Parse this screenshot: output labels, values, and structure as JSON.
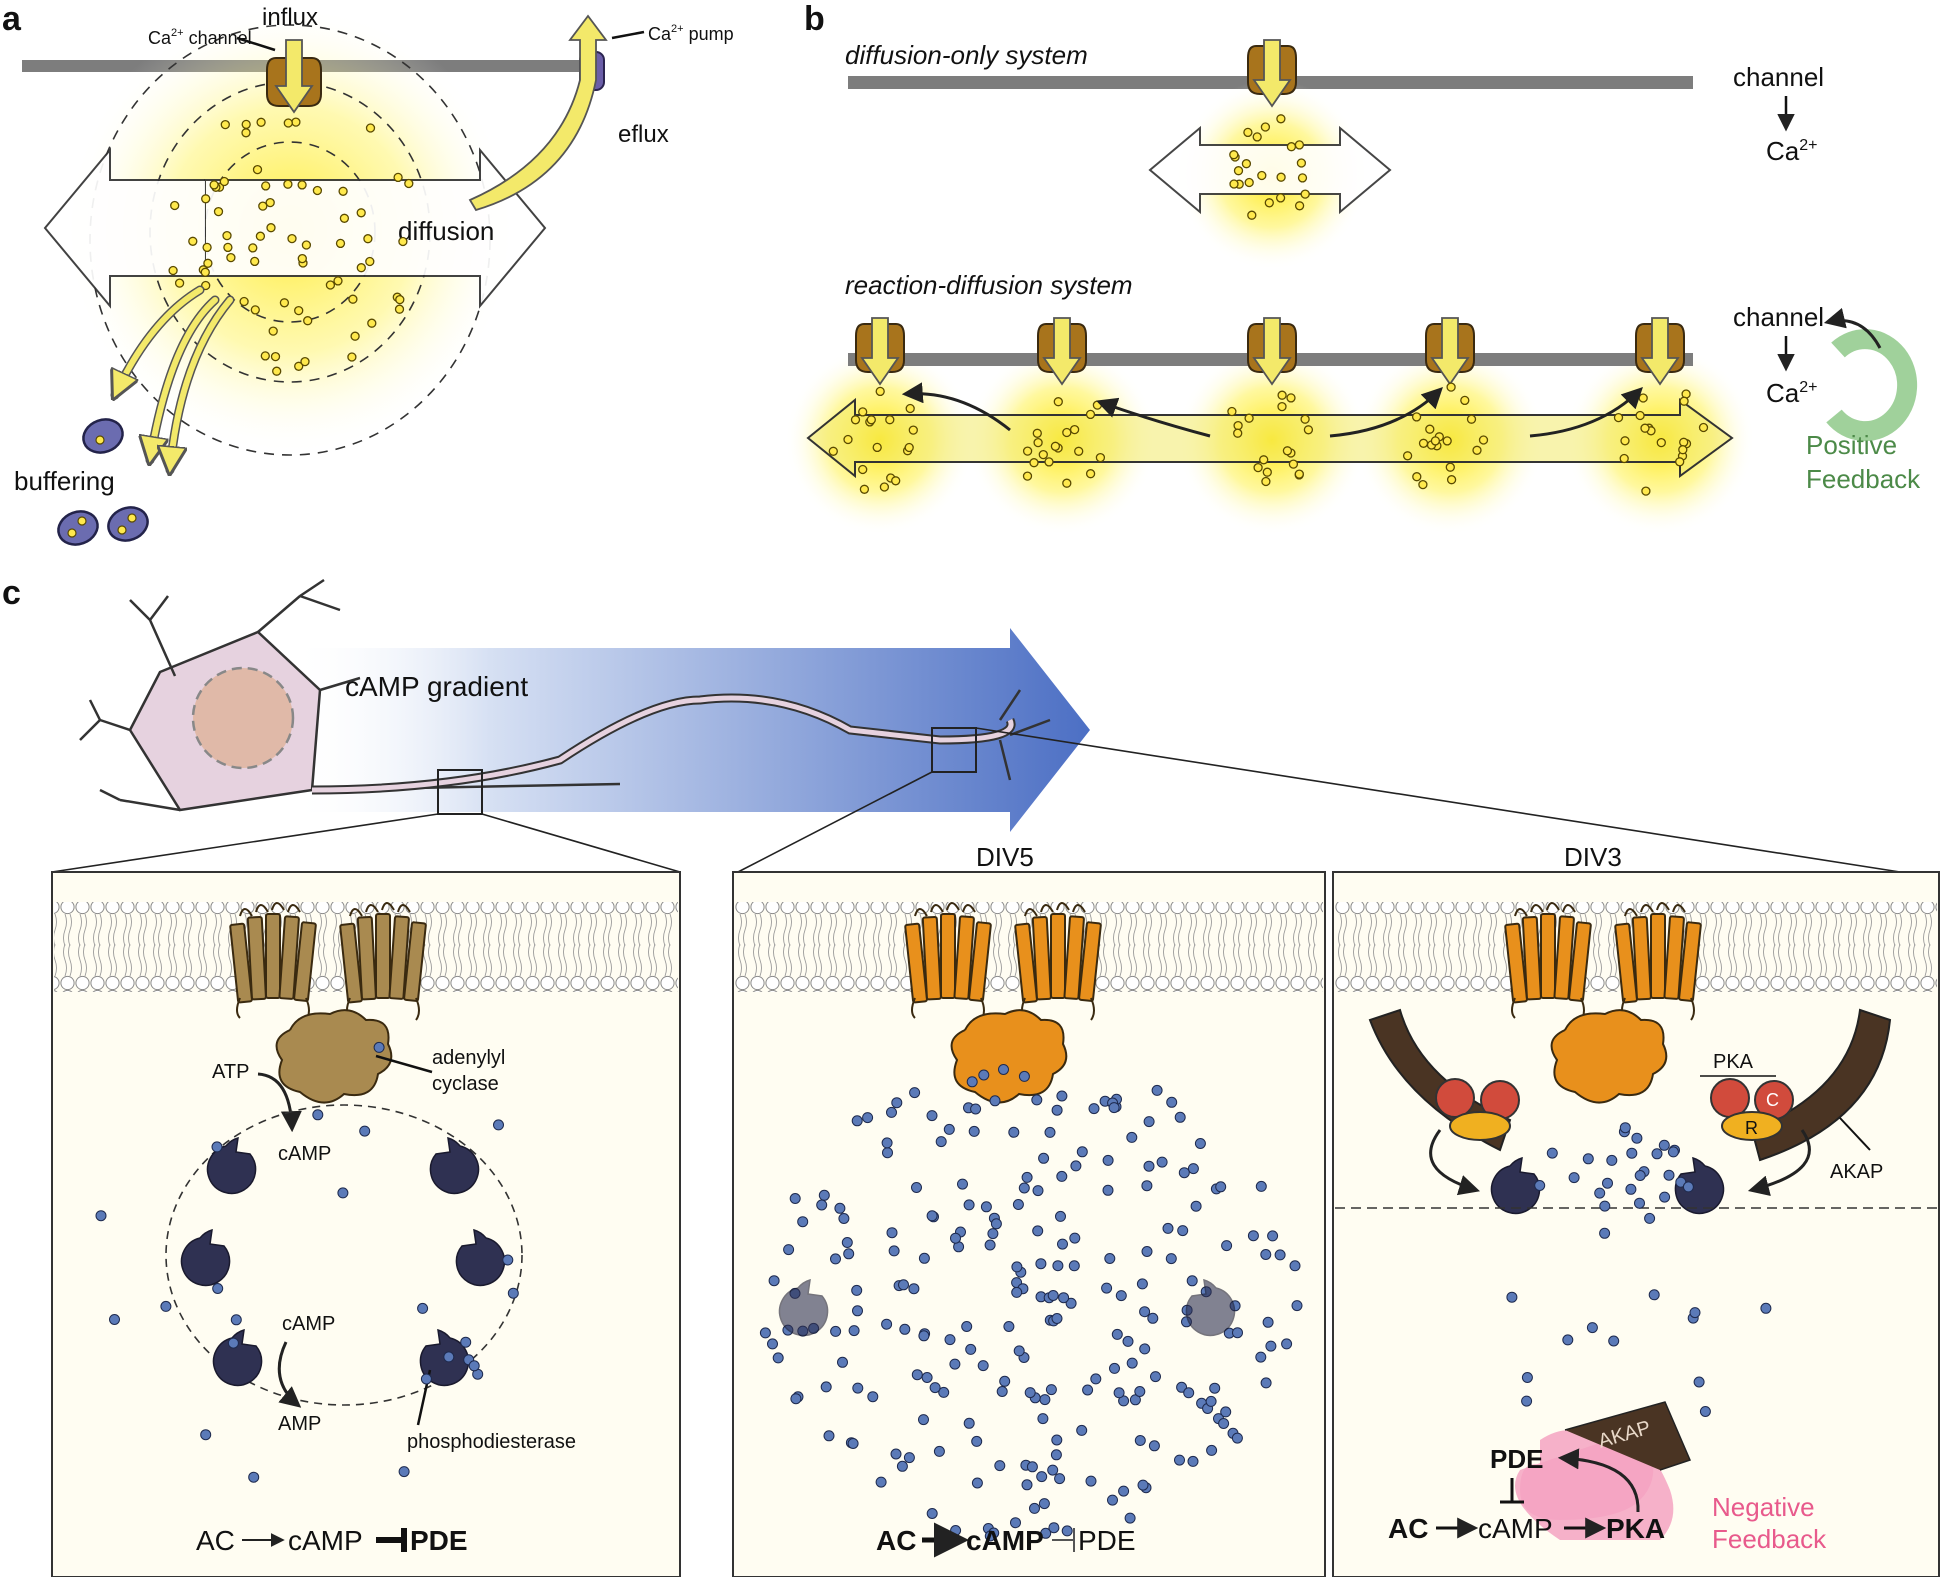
{
  "panel_a": {
    "label": "a",
    "influx": "influx",
    "channel_label": "Ca",
    "channel_sup": "2+",
    "channel_suffix": " channel",
    "pump_label": "Ca",
    "pump_sup": "2+",
    "pump_suffix": " pump",
    "efflux": "eflux",
    "diffusion": "diffusion",
    "buffering": "buffering"
  },
  "panel_b": {
    "label": "b",
    "diffusion_only_title": "diffusion-only system",
    "reaction_diffusion_title": "reaction-diffusion system",
    "top_scheme": {
      "channel": "channel",
      "ca": "Ca",
      "ca_sup": "2+"
    },
    "bottom_scheme": {
      "channel": "channel",
      "ca": "Ca",
      "ca_sup": "2+",
      "feedback_1": "Positive",
      "feedback_2": "Feedback"
    }
  },
  "panel_c": {
    "label": "c",
    "gradient_label": "cAMP gradient",
    "box1": {
      "atp": "ATP",
      "camp_top": "cAMP",
      "camp_mid": "cAMP",
      "amp": "AMP",
      "adenylyl_1": "adenylyl",
      "adenylyl_2": "cyclase",
      "pde": "phosphodiesterase",
      "eq_ac": "AC",
      "eq_camp": "cAMP",
      "eq_pde": "PDE"
    },
    "box2": {
      "title": "DIV5",
      "eq_ac": "AC",
      "eq_camp": "cAMP",
      "eq_pde": "PDE"
    },
    "box3": {
      "title": "DIV3",
      "pka": "PKA",
      "c": "C",
      "r": "R",
      "akap": "AKAP",
      "akap_badge": "AKAP",
      "loop_pde": "PDE",
      "loop_ac": "AC",
      "loop_camp": "cAMP",
      "loop_pka": "PKA",
      "feedback_1": "Negative",
      "feedback_2": "Feedback"
    }
  },
  "colors": {
    "membrane": "#7d7d7d",
    "channel": "#f1c40f",
    "calcium_glow": "#fff27a",
    "buffer": "#6b6cb0",
    "positive_feedback": "#8fc98a",
    "negative_feedback": "#f08db0",
    "receptor_brown": "#b08a4a",
    "receptor_orange": "#e8901c",
    "pde_navy": "#2f3152",
    "akap_brown": "#4a3423",
    "camp_blue": "#5b7ab8",
    "gradient_blue": "#5578c6"
  },
  "icons": [
    "calcium-channel-icon",
    "calcium-pump-icon",
    "buffer-protein-icon",
    "gpcr-icon",
    "adenylyl-cyclase-icon",
    "phosphodiesterase-icon",
    "pka-icon",
    "akap-icon",
    "neuron-icon"
  ]
}
